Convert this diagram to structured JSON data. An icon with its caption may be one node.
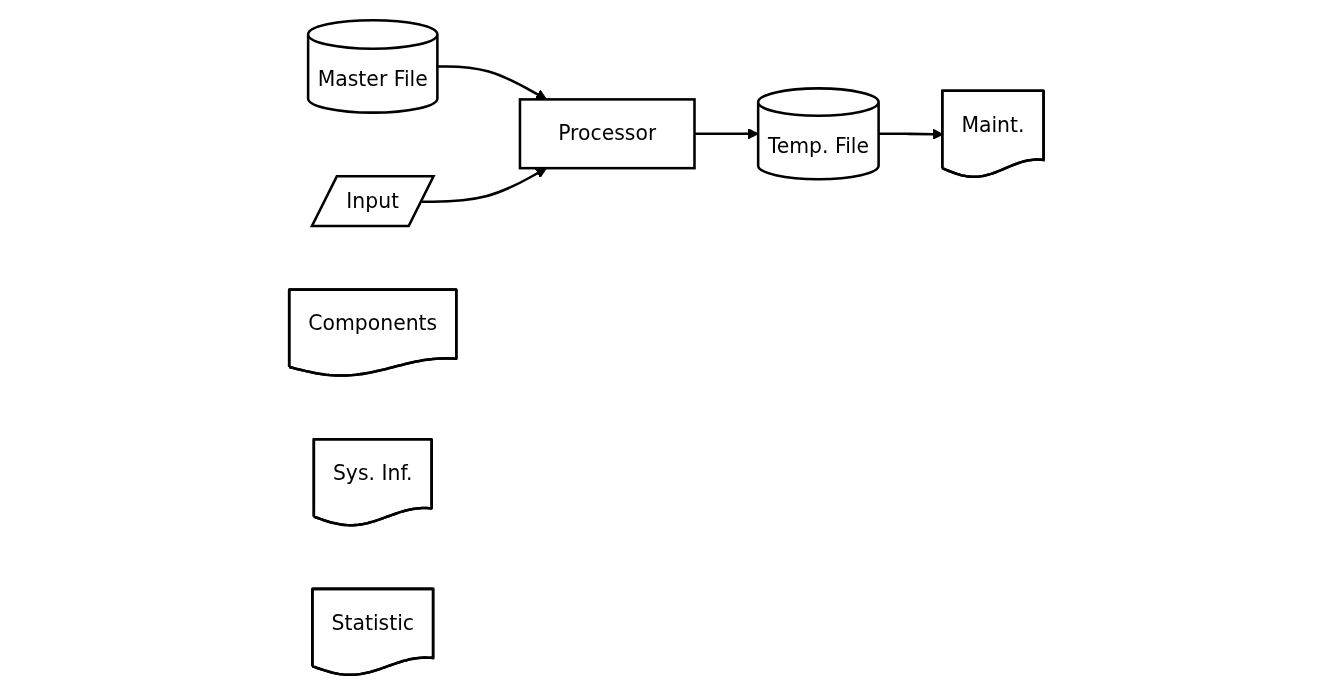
{
  "diagram": {
    "nodes": [
      {
        "text": [
          "Master File"
        ]
      },
      {
        "text": [
          "Input"
        ]
      },
      {
        "text": [
          "Processor"
        ]
      },
      {
        "text": [
          "Temp. File"
        ]
      },
      {
        "text": [
          "Maint."
        ]
      },
      {
        "text": [
          "Components"
        ]
      },
      {
        "text": [
          "Sys. Inf."
        ]
      },
      {
        "text": [
          "Statistic"
        ]
      }
    ],
    "edges": [
      {
        "from": 0,
        "to": 2,
        "arrow": "to"
      },
      {
        "from": 1,
        "to": 2,
        "arrow": "to"
      },
      {
        "from": 2,
        "to": 3,
        "arrow": "to"
      },
      {
        "from": 3,
        "to": 4,
        "arrow": "to"
      }
    ]
  }
}
